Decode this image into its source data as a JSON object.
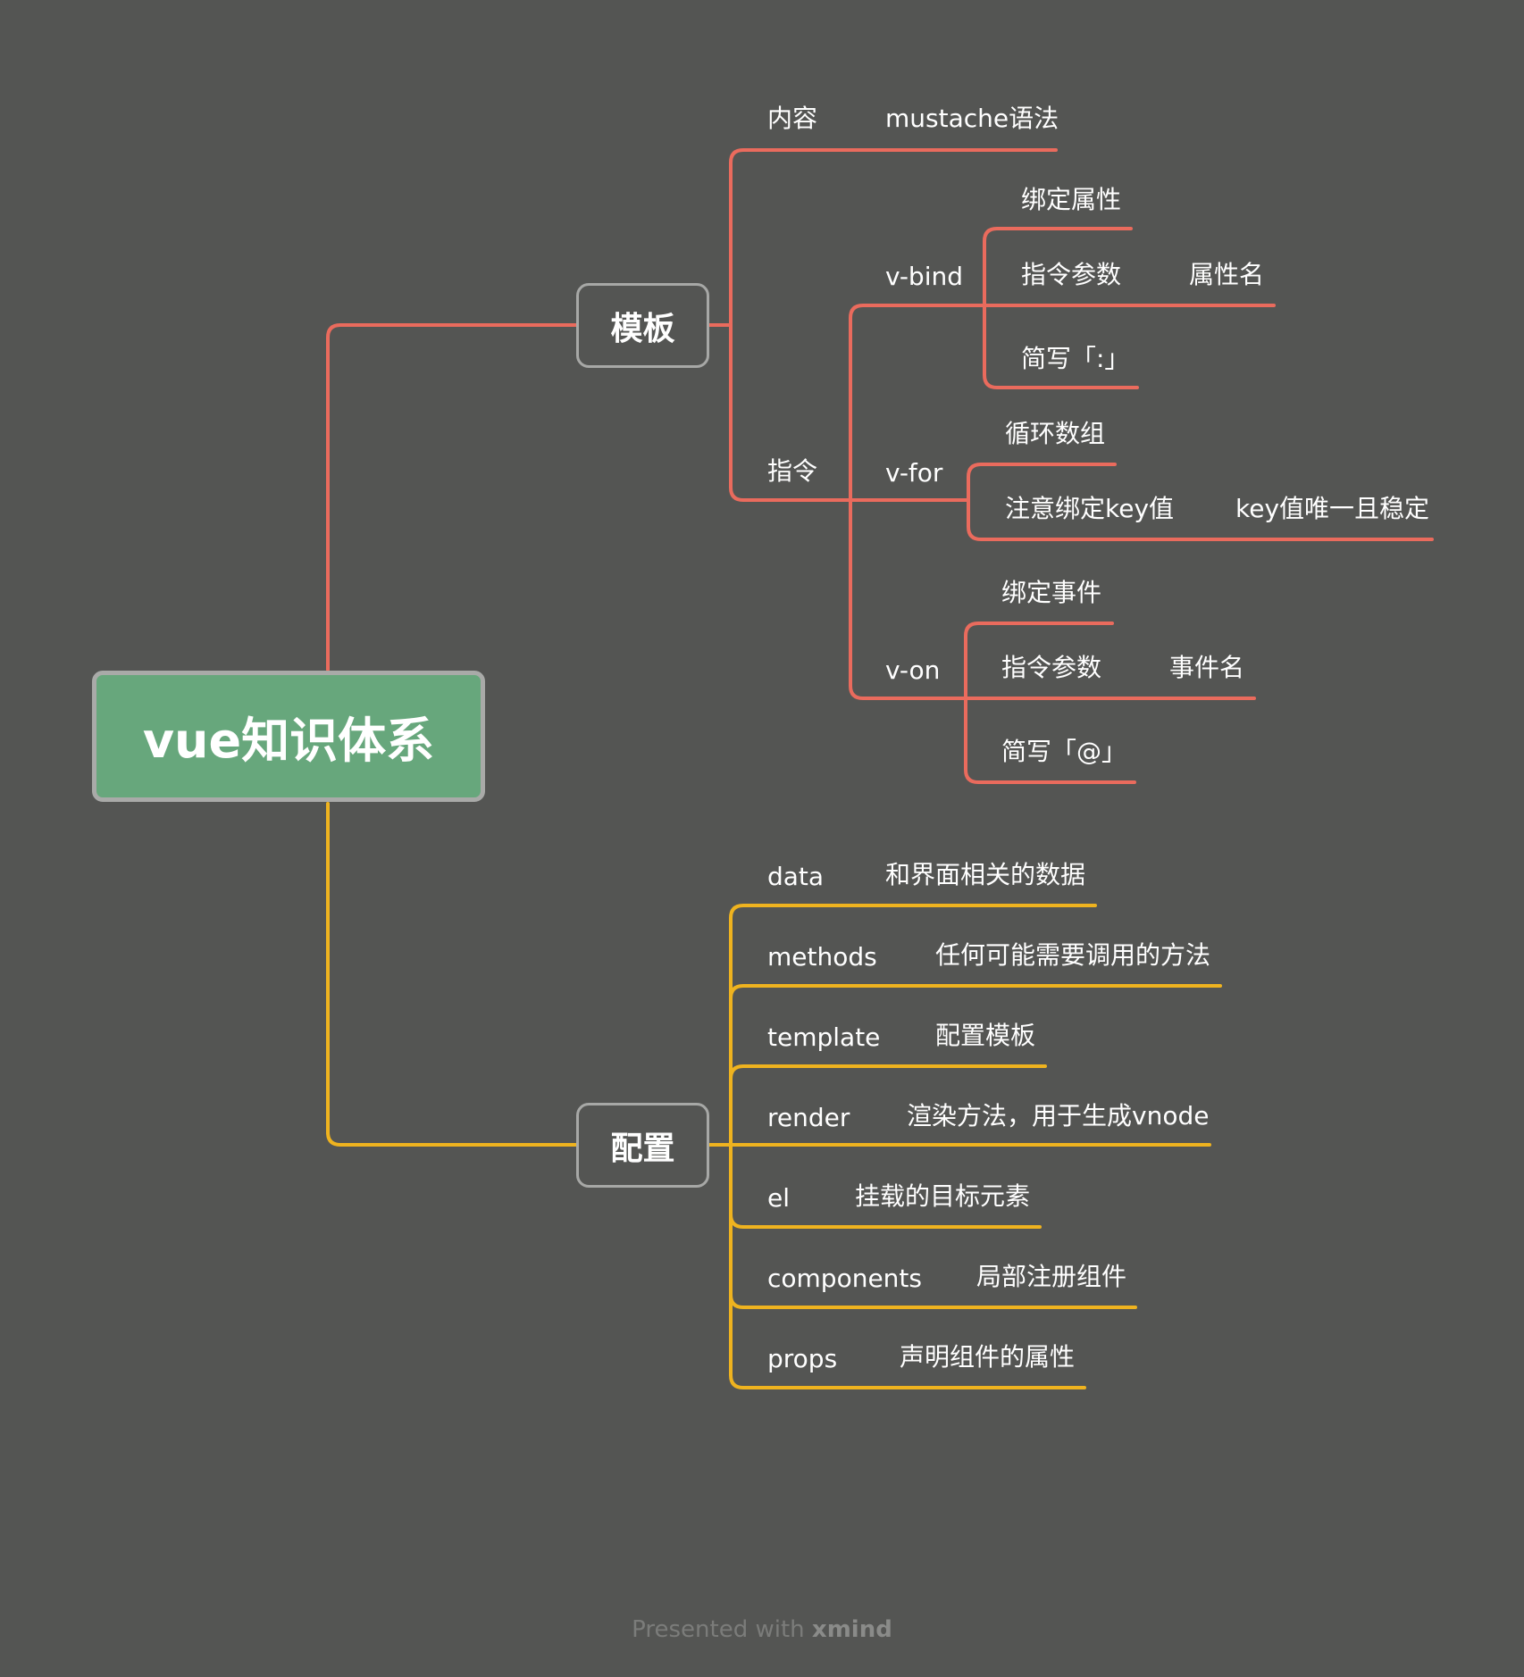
{
  "root": {
    "label": "vue知识体系",
    "fill": "#67a77c"
  },
  "colors": {
    "template_branch": "#ea6b5d",
    "config_branch": "#efb31f",
    "background": "#545553"
  },
  "template": {
    "label": "模板",
    "content": {
      "label": "内容",
      "value": "mustache语法"
    },
    "directives": {
      "label": "指令",
      "vbind": {
        "label": "v-bind",
        "bind_attr": "绑定属性",
        "arg_label": "指令参数",
        "arg_value": "属性名",
        "shorthand": "简写「:」"
      },
      "vfor": {
        "label": "v-for",
        "loop": "循环数组",
        "key_note": "注意绑定key值",
        "key_value": "key值唯一且稳定"
      },
      "von": {
        "label": "v-on",
        "bind_event": "绑定事件",
        "arg_label": "指令参数",
        "arg_value": "事件名",
        "shorthand": "简写「@」"
      }
    }
  },
  "config": {
    "label": "配置",
    "items": [
      {
        "key": "data",
        "desc": "和界面相关的数据"
      },
      {
        "key": "methods",
        "desc": "任何可能需要调用的方法"
      },
      {
        "key": "template",
        "desc": "配置模板"
      },
      {
        "key": "render",
        "desc": "渲染方法，用于生成vnode"
      },
      {
        "key": "el",
        "desc": "挂载的目标元素"
      },
      {
        "key": "components",
        "desc": "局部注册组件"
      },
      {
        "key": "props",
        "desc": "声明组件的属性"
      }
    ]
  },
  "footer": {
    "prefix": "Presented with ",
    "brand": "xmind"
  }
}
